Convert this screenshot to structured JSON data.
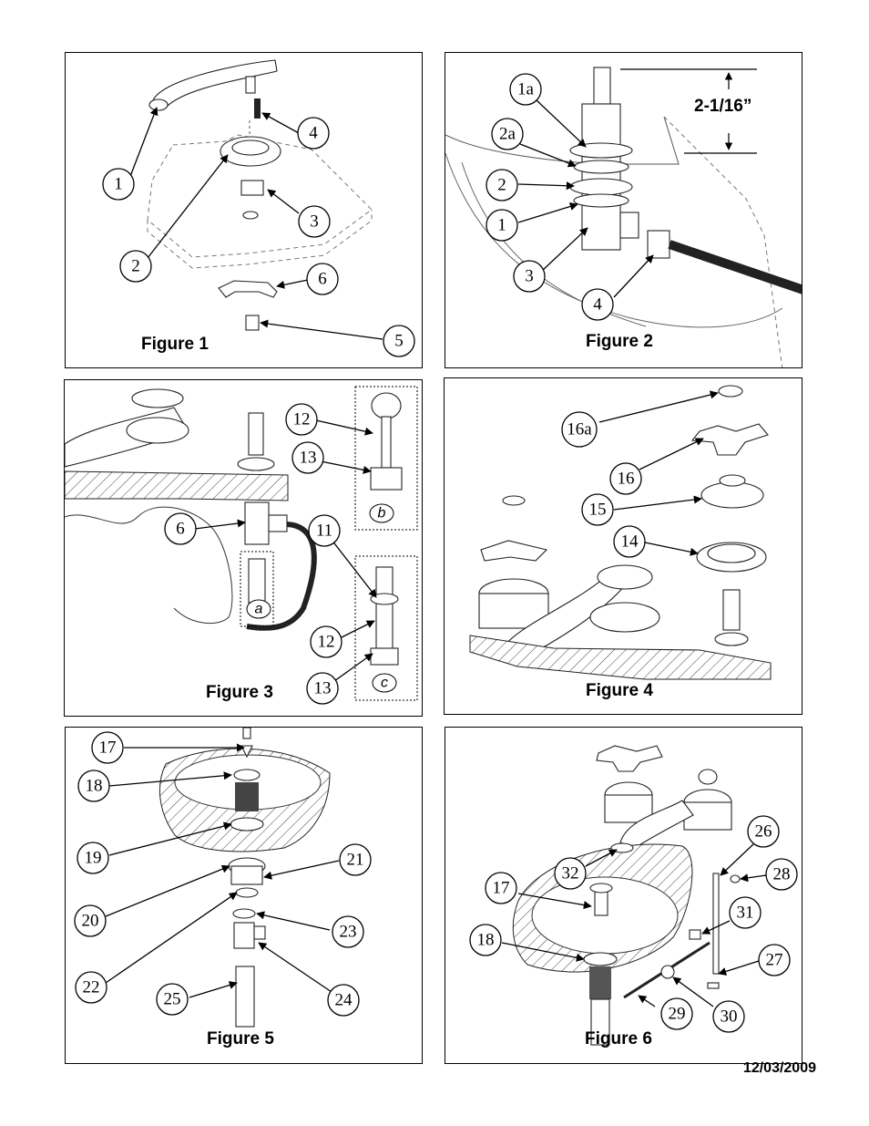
{
  "figures": [
    {
      "id": "fig1",
      "title": "Figure 1",
      "callouts": [
        "1",
        "2",
        "3",
        "4",
        "5",
        "6"
      ]
    },
    {
      "id": "fig2",
      "title": "Figure 2",
      "callouts": [
        "1a",
        "2a",
        "2",
        "1",
        "3",
        "4"
      ],
      "dimension": "2-1/16”"
    },
    {
      "id": "fig3",
      "title": "Figure 3",
      "callouts": [
        "6",
        "12",
        "13",
        "11",
        "12",
        "13"
      ],
      "details": [
        "a",
        "b",
        "c"
      ]
    },
    {
      "id": "fig4",
      "title": "Figure 4",
      "callouts": [
        "16a",
        "16",
        "15",
        "14"
      ]
    },
    {
      "id": "fig5",
      "title": "Figure 5",
      "callouts": [
        "17",
        "18",
        "19",
        "20",
        "21",
        "22",
        "23",
        "24",
        "25"
      ]
    },
    {
      "id": "fig6",
      "title": "Figure 6",
      "callouts": [
        "26",
        "28",
        "32",
        "17",
        "31",
        "18",
        "27",
        "29",
        "30"
      ]
    }
  ],
  "date": "12/03/2009"
}
